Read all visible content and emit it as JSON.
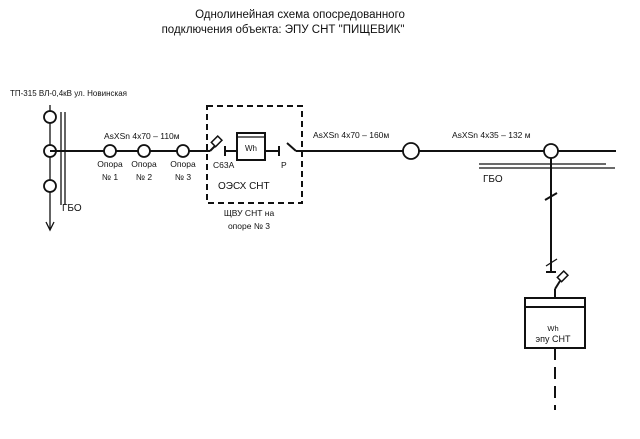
{
  "title": {
    "line1": "Однолинейная схема опосредованного",
    "line2": "подключения объекта: ЭПУ СНТ \"ПИЩЕВИК\""
  },
  "source": {
    "label": "ТП-315 ВЛ-0,4кВ ул. Новинская",
    "gbo_left": "ГБО"
  },
  "line_segments": [
    {
      "label": "AsXSn 4x70 – 110м"
    },
    {
      "label": "AsXSn 4x70 – 160м"
    },
    {
      "label": "AsXSn 4x35 – 132 м"
    }
  ],
  "supports": [
    {
      "name": "Опора",
      "number": "№ 1"
    },
    {
      "name": "Опора",
      "number": "№ 2"
    },
    {
      "name": "Опора",
      "number": "№ 3"
    }
  ],
  "panel": {
    "breaker": "С63А",
    "meter": "Wh",
    "switch": "Р",
    "name": "ОЭСХ  СНТ",
    "caption1": "ЩВУ СНТ на",
    "caption2": "опоре № 3"
  },
  "gbo_right": "ГБО",
  "consumer": {
    "meter": "Wh",
    "name": "эпу СНТ"
  }
}
